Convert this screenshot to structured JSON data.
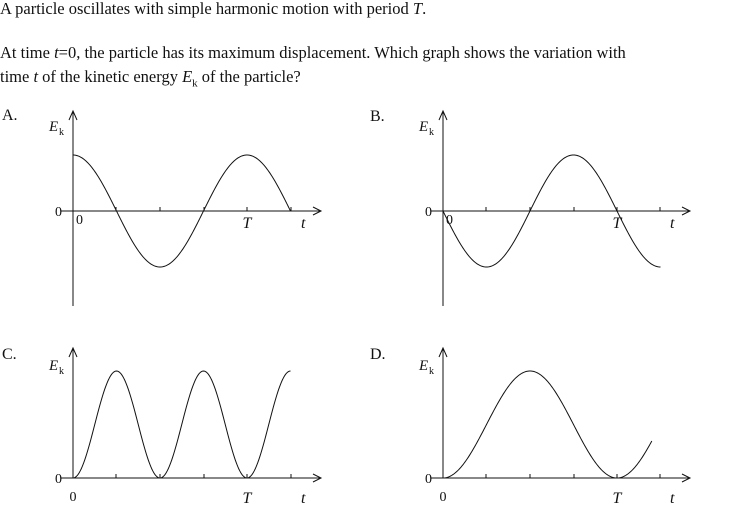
{
  "question": {
    "line1": {
      "pre": "A particle oscillates with simple harmonic motion with period ",
      "var": "T",
      "post": "."
    },
    "line2": {
      "pre": "At time ",
      "var": "t",
      "post": "=0, the particle has its maximum displacement.  Which graph shows the variation with"
    },
    "line3": {
      "pre": "time ",
      "var_t": "t",
      "mid": " of the kinetic energy ",
      "var_e": "E",
      "sub": "k",
      "post": " of the particle?"
    }
  },
  "options": [
    {
      "label": "A.",
      "y_axis": "E",
      "y_axis_sub": "k",
      "x_axis": "t",
      "origin_y": "0",
      "origin_x": "0",
      "period_label": "T"
    },
    {
      "label": "B.",
      "y_axis": "E",
      "y_axis_sub": "k",
      "x_axis": "t",
      "origin_y": "0",
      "origin_x": "0",
      "period_label": "T"
    },
    {
      "label": "C.",
      "y_axis": "E",
      "y_axis_sub": "k",
      "x_axis": "t",
      "origin_y": "0",
      "origin_x": "0",
      "period_label": "T"
    },
    {
      "label": "D.",
      "y_axis": "E",
      "y_axis_sub": "k",
      "x_axis": "t",
      "origin_y": "0",
      "origin_x": "0",
      "period_label": "T"
    }
  ],
  "chart_data": [
    {
      "type": "line",
      "option": "A",
      "x": [
        0,
        0.25,
        0.5,
        0.75,
        1.0,
        1.25
      ],
      "y": [
        1,
        0,
        -1,
        0,
        1,
        0
      ],
      "function": "cos",
      "ylim": [
        -1,
        1
      ],
      "xlim": [
        0,
        1.25
      ]
    },
    {
      "type": "line",
      "option": "B",
      "x": [
        0,
        0.25,
        0.5,
        0.75,
        1.0,
        1.25
      ],
      "y": [
        0,
        -1,
        0,
        1,
        0,
        -1
      ],
      "function": "-sin",
      "ylim": [
        -1,
        1
      ],
      "xlim": [
        0,
        1.25
      ]
    },
    {
      "type": "line",
      "option": "C",
      "x": [
        0,
        0.25,
        0.5,
        0.75,
        1.0,
        1.25
      ],
      "y": [
        0,
        1,
        0,
        1,
        0,
        1
      ],
      "function": "sin^2",
      "ylim": [
        0,
        1
      ],
      "xlim": [
        0,
        1.25
      ]
    },
    {
      "type": "line",
      "option": "D",
      "x": [
        0,
        0.5,
        1.0,
        1.2
      ],
      "y": [
        0,
        1,
        0,
        0.35
      ],
      "function": "sin^2(half rate)",
      "ylim": [
        0,
        1
      ],
      "xlim": [
        0,
        1.2
      ]
    }
  ]
}
